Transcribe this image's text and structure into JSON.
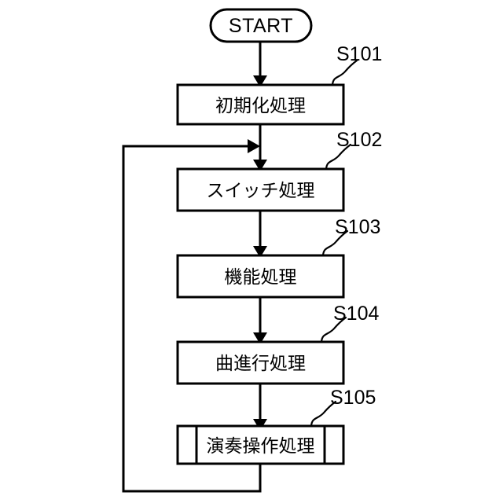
{
  "diagram": {
    "type": "flowchart",
    "title": "",
    "background_color": "#ffffff",
    "line_color": "#000000",
    "nodes": [
      {
        "id": "start",
        "shape": "terminator",
        "label": "START",
        "step_code": ""
      },
      {
        "id": "s101",
        "shape": "process",
        "label": "初期化処理",
        "step_code": "S101"
      },
      {
        "id": "s102",
        "shape": "process",
        "label": "スイッチ処理",
        "step_code": "S102"
      },
      {
        "id": "s103",
        "shape": "process",
        "label": "機能処理",
        "step_code": "S103"
      },
      {
        "id": "s104",
        "shape": "process",
        "label": "曲進行処理",
        "step_code": "S104"
      },
      {
        "id": "s105",
        "shape": "predefined-process",
        "label": "演奏操作処理",
        "step_code": "S105"
      }
    ],
    "edges": [
      {
        "from": "start",
        "to": "s101",
        "kind": "arrow-down"
      },
      {
        "from": "s101",
        "to": "s102",
        "kind": "arrow-down"
      },
      {
        "from": "s102",
        "to": "s103",
        "kind": "arrow-down"
      },
      {
        "from": "s103",
        "to": "s104",
        "kind": "arrow-down"
      },
      {
        "from": "s104",
        "to": "s105",
        "kind": "arrow-down"
      },
      {
        "from": "s105",
        "to": "s102",
        "kind": "loop-back-left"
      }
    ]
  }
}
